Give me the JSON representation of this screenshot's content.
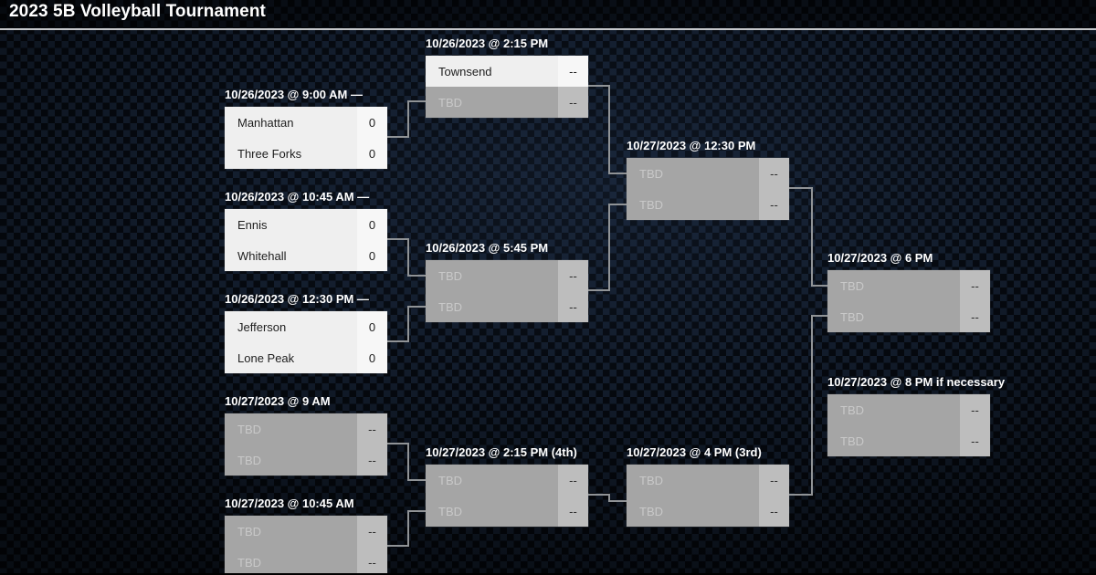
{
  "title": "2023 5B Volleyball Tournament",
  "colors": {
    "background_checker_dark": "#04070c",
    "background_checker_blue": "#121c2b",
    "row_played": "#efefef",
    "row_played_score": "#f7f7f7",
    "row_tbd": "#a5a5a5",
    "row_tbd_score": "#bdbdbd",
    "connector_line": "#909396",
    "header_text": "#ffffff"
  },
  "bracket": {
    "matches": [
      {
        "header": "10/26/2023 @ 9:00 AM —",
        "teams": [
          {
            "name": "Manhattan",
            "score": "0"
          },
          {
            "name": "Three Forks",
            "score": "0"
          }
        ]
      },
      {
        "header": "10/26/2023 @ 10:45 AM —",
        "teams": [
          {
            "name": "Ennis",
            "score": "0"
          },
          {
            "name": "Whitehall",
            "score": "0"
          }
        ]
      },
      {
        "header": "10/26/2023 @ 12:30 PM —",
        "teams": [
          {
            "name": "Jefferson",
            "score": "0"
          },
          {
            "name": "Lone Peak",
            "score": "0"
          }
        ]
      },
      {
        "header": "10/27/2023 @ 9 AM",
        "teams": [
          {
            "name": "TBD",
            "score": "--"
          },
          {
            "name": "TBD",
            "score": "--"
          }
        ]
      },
      {
        "header": "10/27/2023 @ 10:45 AM",
        "teams": [
          {
            "name": "TBD",
            "score": "--"
          },
          {
            "name": "TBD",
            "score": "--"
          }
        ]
      },
      {
        "header": "10/26/2023 @ 2:15 PM",
        "teams": [
          {
            "name": "Townsend",
            "score": "--"
          },
          {
            "name": "TBD",
            "score": "--"
          }
        ]
      },
      {
        "header": "10/26/2023 @ 5:45 PM",
        "teams": [
          {
            "name": "TBD",
            "score": "--"
          },
          {
            "name": "TBD",
            "score": "--"
          }
        ]
      },
      {
        "header": "10/27/2023 @ 2:15 PM (4th)",
        "teams": [
          {
            "name": "TBD",
            "score": "--"
          },
          {
            "name": "TBD",
            "score": "--"
          }
        ]
      },
      {
        "header": "10/27/2023 @ 12:30 PM",
        "teams": [
          {
            "name": "TBD",
            "score": "--"
          },
          {
            "name": "TBD",
            "score": "--"
          }
        ]
      },
      {
        "header": "10/27/2023 @ 4 PM (3rd)",
        "teams": [
          {
            "name": "TBD",
            "score": "--"
          },
          {
            "name": "TBD",
            "score": "--"
          }
        ]
      },
      {
        "header": "10/27/2023 @ 6 PM",
        "teams": [
          {
            "name": "TBD",
            "score": "--"
          },
          {
            "name": "TBD",
            "score": "--"
          }
        ]
      },
      {
        "header": "10/27/2023 @ 8 PM if necessary",
        "teams": [
          {
            "name": "TBD",
            "score": "--"
          },
          {
            "name": "TBD",
            "score": "--"
          }
        ]
      }
    ]
  }
}
